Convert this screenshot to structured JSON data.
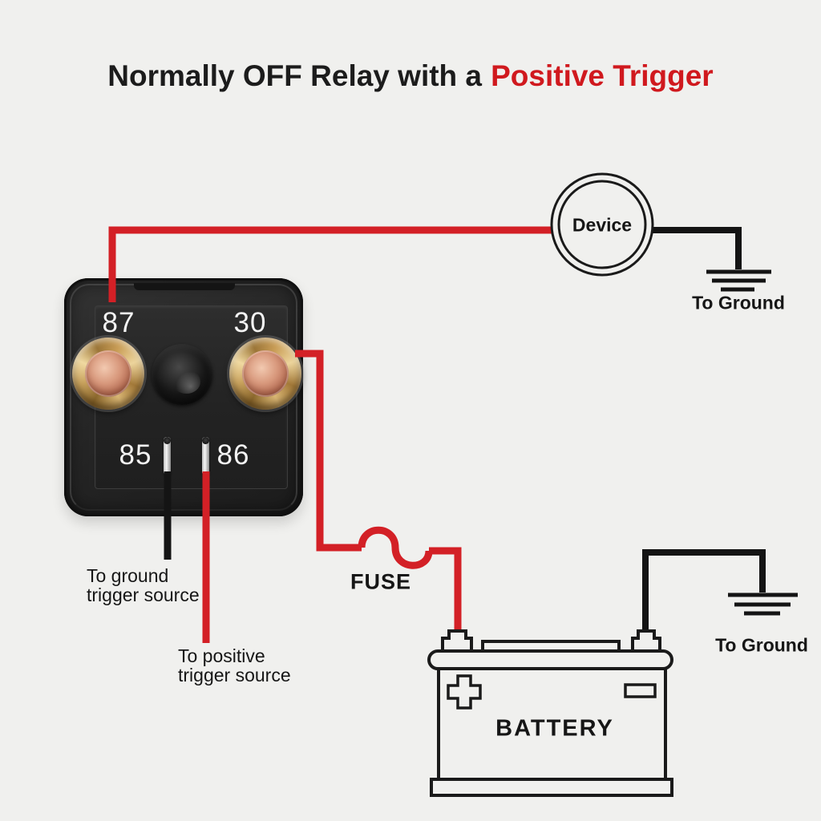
{
  "title": {
    "text_black": "Normally OFF Relay with a",
    "text_red": "Positive Trigger"
  },
  "relay": {
    "terminal_87": "87",
    "terminal_30": "30",
    "terminal_85": "85",
    "terminal_86": "86"
  },
  "device": {
    "label": "Device"
  },
  "ground_top": {
    "label": "To Ground"
  },
  "ground_bottom": {
    "label": "To Ground"
  },
  "fuse": {
    "label": "FUSE"
  },
  "battery": {
    "label": "BATTERY"
  },
  "trigger_ground": {
    "line1": "To ground",
    "line2": "trigger source"
  },
  "trigger_positive": {
    "line1": "To positive",
    "line2": "trigger source"
  },
  "colors": {
    "positive_wire": "#d32026",
    "ground_wire": "#141414",
    "title_accent": "#d0191e",
    "background": "#f0f0ee",
    "relay_body": "#262626",
    "terminal_brass": "#c89c55",
    "terminal_copper": "#d99a7e"
  }
}
